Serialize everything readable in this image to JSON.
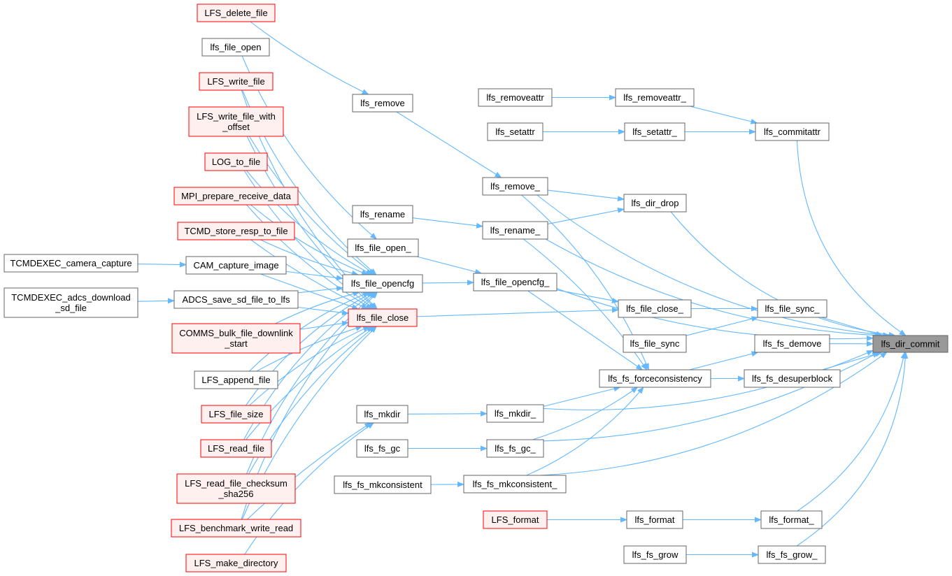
{
  "colors": {
    "edge": "#63b8ff",
    "normal_stroke": "#666666",
    "normal_fill": "#ffffff",
    "red_stroke": "#ff0000",
    "red_fill": "#fff0f0",
    "target_stroke": "#666666",
    "target_fill": "#999999"
  },
  "nodes": [
    {
      "id": "lfs_dir_commit",
      "lines": [
        "lfs_dir_commit"
      ],
      "style": "target"
    },
    {
      "id": "lfs_commitattr",
      "lines": [
        "lfs_commitattr"
      ],
      "style": "normal"
    },
    {
      "id": "lfs_removeattr_",
      "lines": [
        "lfs_removeattr_"
      ],
      "style": "normal"
    },
    {
      "id": "lfs_removeattr",
      "lines": [
        "lfs_removeattr"
      ],
      "style": "normal"
    },
    {
      "id": "lfs_setattr_",
      "lines": [
        "lfs_setattr_"
      ],
      "style": "normal"
    },
    {
      "id": "lfs_setattr",
      "lines": [
        "lfs_setattr"
      ],
      "style": "normal"
    },
    {
      "id": "lfs_remove_",
      "lines": [
        "lfs_remove_"
      ],
      "style": "normal"
    },
    {
      "id": "lfs_remove",
      "lines": [
        "lfs_remove"
      ],
      "style": "normal"
    },
    {
      "id": "lfs_dir_drop",
      "lines": [
        "lfs_dir_drop"
      ],
      "style": "normal"
    },
    {
      "id": "lfs_rename_",
      "lines": [
        "lfs_rename_"
      ],
      "style": "normal"
    },
    {
      "id": "lfs_rename",
      "lines": [
        "lfs_rename"
      ],
      "style": "normal"
    },
    {
      "id": "lfs_file_open_",
      "lines": [
        "lfs_file_open_"
      ],
      "style": "normal"
    },
    {
      "id": "lfs_file_opencfg_",
      "lines": [
        "lfs_file_opencfg_"
      ],
      "style": "normal"
    },
    {
      "id": "lfs_file_opencfg",
      "lines": [
        "lfs_file_opencfg"
      ],
      "style": "normal"
    },
    {
      "id": "lfs_file_close_",
      "lines": [
        "lfs_file_close_"
      ],
      "style": "normal"
    },
    {
      "id": "lfs_file_sync_",
      "lines": [
        "lfs_file_sync_"
      ],
      "style": "normal"
    },
    {
      "id": "lfs_file_sync",
      "lines": [
        "lfs_file_sync"
      ],
      "style": "normal"
    },
    {
      "id": "lfs_file_close",
      "lines": [
        "lfs_file_close"
      ],
      "style": "red"
    },
    {
      "id": "lfs_fs_demove",
      "lines": [
        "lfs_fs_demove"
      ],
      "style": "normal"
    },
    {
      "id": "lfs_fs_forceconsistency",
      "lines": [
        "lfs_fs_forceconsistency"
      ],
      "style": "normal"
    },
    {
      "id": "lfs_fs_desuperblock",
      "lines": [
        "lfs_fs_desuperblock"
      ],
      "style": "normal"
    },
    {
      "id": "lfs_mkdir_",
      "lines": [
        "lfs_mkdir_"
      ],
      "style": "normal"
    },
    {
      "id": "lfs_mkdir",
      "lines": [
        "lfs_mkdir"
      ],
      "style": "normal"
    },
    {
      "id": "lfs_fs_gc_",
      "lines": [
        "lfs_fs_gc_"
      ],
      "style": "normal"
    },
    {
      "id": "lfs_fs_gc",
      "lines": [
        "lfs_fs_gc"
      ],
      "style": "normal"
    },
    {
      "id": "lfs_fs_mkconsistent_",
      "lines": [
        "lfs_fs_mkconsistent_"
      ],
      "style": "normal"
    },
    {
      "id": "lfs_fs_mkconsistent",
      "lines": [
        "lfs_fs_mkconsistent"
      ],
      "style": "normal"
    },
    {
      "id": "lfs_format_",
      "lines": [
        "lfs_format_"
      ],
      "style": "normal"
    },
    {
      "id": "lfs_format",
      "lines": [
        "lfs_format"
      ],
      "style": "normal"
    },
    {
      "id": "LFS_format",
      "lines": [
        "LFS_format"
      ],
      "style": "red"
    },
    {
      "id": "lfs_fs_grow_",
      "lines": [
        "lfs_fs_grow_"
      ],
      "style": "normal"
    },
    {
      "id": "lfs_fs_grow",
      "lines": [
        "lfs_fs_grow"
      ],
      "style": "normal"
    },
    {
      "id": "LFS_delete_file",
      "lines": [
        "LFS_delete_file"
      ],
      "style": "red"
    },
    {
      "id": "lfs_file_open",
      "lines": [
        "lfs_file_open"
      ],
      "style": "normal"
    },
    {
      "id": "LFS_write_file",
      "lines": [
        "LFS_write_file"
      ],
      "style": "red"
    },
    {
      "id": "LFS_write_file_with_offset",
      "lines": [
        "LFS_write_file_with",
        "_offset"
      ],
      "style": "red"
    },
    {
      "id": "LOG_to_file",
      "lines": [
        "LOG_to_file"
      ],
      "style": "red"
    },
    {
      "id": "MPI_prepare_receive_data",
      "lines": [
        "MPI_prepare_receive_data"
      ],
      "style": "red"
    },
    {
      "id": "TCMD_store_resp_to_file",
      "lines": [
        "TCMD_store_resp_to_file"
      ],
      "style": "red"
    },
    {
      "id": "CAM_capture_image",
      "lines": [
        "CAM_capture_image"
      ],
      "style": "normal"
    },
    {
      "id": "TCMDEXEC_camera_capture",
      "lines": [
        "TCMDEXEC_camera_capture"
      ],
      "style": "normal"
    },
    {
      "id": "ADCS_save_sd_file_to_lfs",
      "lines": [
        "ADCS_save_sd_file_to_lfs"
      ],
      "style": "normal"
    },
    {
      "id": "TCMDEXEC_adcs_download_sd_file",
      "lines": [
        "TCMDEXEC_adcs_download",
        "_sd_file"
      ],
      "style": "normal"
    },
    {
      "id": "COMMS_bulk_file_downlink_start",
      "lines": [
        "COMMS_bulk_file_downlink",
        "_start"
      ],
      "style": "red"
    },
    {
      "id": "LFS_append_file",
      "lines": [
        "LFS_append_file"
      ],
      "style": "normal"
    },
    {
      "id": "LFS_file_size",
      "lines": [
        "LFS_file_size"
      ],
      "style": "red"
    },
    {
      "id": "LFS_read_file",
      "lines": [
        "LFS_read_file"
      ],
      "style": "red"
    },
    {
      "id": "LFS_read_file_checksum_sha256",
      "lines": [
        "LFS_read_file_checksum",
        "_sha256"
      ],
      "style": "red"
    },
    {
      "id": "LFS_benchmark_write_read",
      "lines": [
        "LFS_benchmark_write_read"
      ],
      "style": "red"
    },
    {
      "id": "LFS_make_directory",
      "lines": [
        "LFS_make_directory"
      ],
      "style": "red"
    }
  ]
}
